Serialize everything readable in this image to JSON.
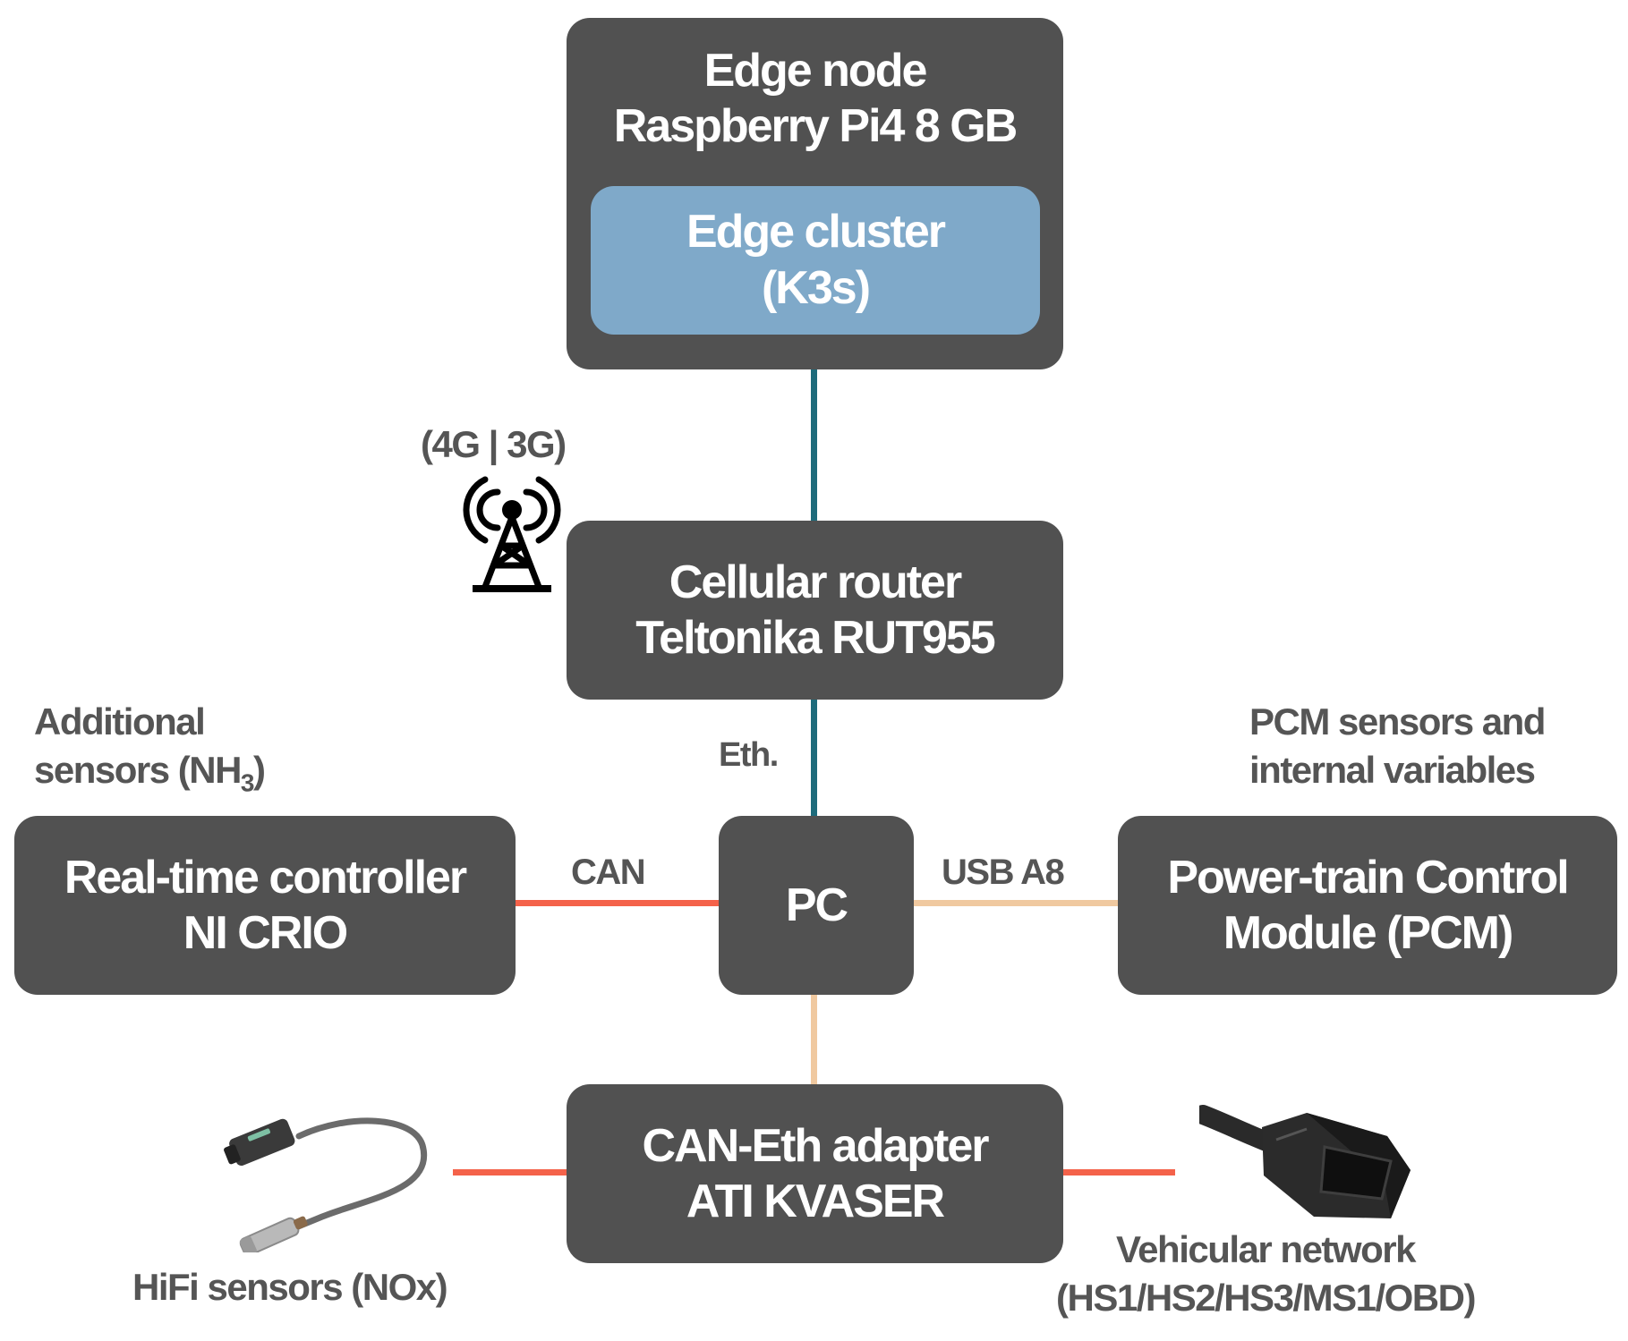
{
  "colors": {
    "box": "#515151",
    "cluster": "#7fa9c9",
    "eth_link": "#1e6b7b",
    "can_link": "#f4624a",
    "usb_link": "#f0c9a0",
    "label": "#555555"
  },
  "nodes": {
    "edge_node": {
      "line1": "Edge node",
      "line2": "Raspberry Pi4 8 GB"
    },
    "edge_cluster": {
      "line1": "Edge cluster",
      "line2": "(K3s)"
    },
    "router": {
      "line1": "Cellular router",
      "line2": "Teltonika RUT955"
    },
    "pc": {
      "label": "PC"
    },
    "rt_controller": {
      "line1": "Real-time controller",
      "line2": "NI CRIO"
    },
    "pcm": {
      "line1": "Power-train Control",
      "line2": "Module (PCM)"
    },
    "adapter": {
      "line1": "CAN-Eth adapter",
      "line2": "ATI KVASER"
    }
  },
  "labels": {
    "cellular": "(4G | 3G)",
    "eth": "Eth.",
    "can": "CAN",
    "usb": "USB A8",
    "additional_line1": "Additional",
    "additional_line2_prefix": "sensors (NH",
    "additional_sub": "3",
    "additional_line2_suffix": ")",
    "pcm_sensors_line1": "PCM sensors and",
    "pcm_sensors_line2": "internal variables",
    "hifi": "HiFi sensors (NOx)",
    "vehicular_line1": "Vehicular network",
    "vehicular_line2": "(HS1/HS2/HS3/MS1/OBD)"
  },
  "icons": {
    "tower": "cell-tower-icon",
    "sensor": "nox-sensor-icon",
    "obd": "obd-connector-icon"
  }
}
